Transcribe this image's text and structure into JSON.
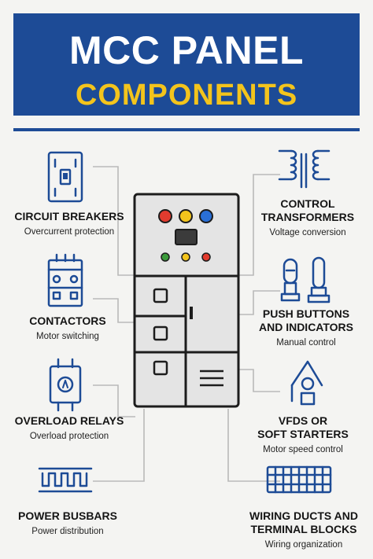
{
  "title": {
    "line1": "MCC PANEL",
    "line2": "COMPONENTS"
  },
  "colors": {
    "banner": "#1d4b96",
    "accent_yellow": "#f3c41c",
    "icon_blue": "#1d4b96",
    "lamp_red": "#e23b2e",
    "lamp_yellow": "#f3c41c",
    "lamp_blue": "#2a6fd6"
  },
  "components": {
    "circuit_breakers": {
      "name": "CIRCUIT BREAKERS",
      "desc": "Overcurrent protection",
      "icon": "circuit-breaker-icon"
    },
    "contactors": {
      "name": "CONTACTORS",
      "desc": "Motor switching",
      "icon": "contactor-icon"
    },
    "overload_relays": {
      "name": "OVERLOAD RELAYS",
      "desc": "Overload protection",
      "icon": "overload-relay-icon"
    },
    "power_busbars": {
      "name": "POWER BUSBARS",
      "desc": "Power distribution",
      "icon": "busbar-icon"
    },
    "control_transformers": {
      "name_line1": "CONTROL",
      "name_line2": "TRANSFORMERS",
      "desc": "Voltage conversion",
      "icon": "transformer-icon"
    },
    "push_buttons": {
      "name_line1": "PUSH BUTTONS",
      "name_line2": "AND INDICATORS",
      "desc": "Manual control",
      "icon": "push-button-icon"
    },
    "vfds": {
      "name_line1": "VFDS OR",
      "name_line2": "SOFT STARTERS",
      "desc": "Motor speed control",
      "icon": "vfd-icon"
    },
    "wiring": {
      "name_line1": "WIRING DUCTS AND",
      "name_line2": "TERMINAL BLOCKS",
      "desc": "Wiring organization",
      "icon": "terminal-block-icon"
    }
  }
}
